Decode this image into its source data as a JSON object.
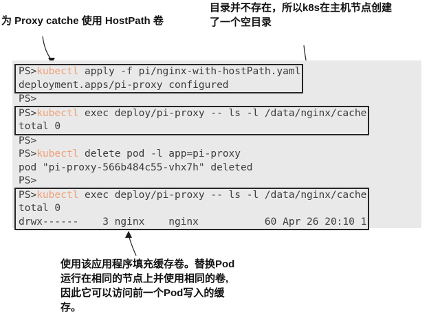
{
  "annotations": {
    "top_left": "为 Proxy catche 使用 HostPath 卷",
    "top_right_line1": "目录并不存在，所以k8s在主机节点创建",
    "top_right_line2": "了一个空目录",
    "bottom_line1": "使用该应用程序填充缓存卷。替换Pod",
    "bottom_line2": "运行在相同的节点上并使用相同的卷,",
    "bottom_line3": "因此它可以访问前一个Pod写入的缓",
    "bottom_line4": "存。"
  },
  "terminal": {
    "lines": [
      {
        "prompt": "PS>",
        "cmd": "kubectl",
        "rest": " apply -f pi/nginx-with-hostPath.yaml"
      },
      {
        "text": "deployment.apps/pi-proxy configured"
      },
      {
        "text": "PS>"
      },
      {
        "prompt": "PS>",
        "cmd": "kubectl",
        "rest": " exec deploy/pi-proxy -- ls -l /data/nginx/cache"
      },
      {
        "text": "total 0"
      },
      {
        "text": "PS>"
      },
      {
        "prompt": "PS>",
        "cmd": "kubectl",
        "rest": " delete pod -l app=pi-proxy"
      },
      {
        "text": "pod \"pi-proxy-566b484c55-vhx7h\" deleted"
      },
      {
        "text": "PS>"
      },
      {
        "prompt": "PS>",
        "cmd": "kubectl",
        "rest": " exec deploy/pi-proxy -- ls -l /data/nginx/cache"
      },
      {
        "text": "total 0"
      },
      {
        "text": "drwx------    3 nginx    nginx           60 Apr 26 20:10 1"
      }
    ]
  },
  "colors": {
    "kubectl_highlight": "#EFA077",
    "terminal_background": "#E9E9E9",
    "terminal_text": "#3B3B3B",
    "box_border": "#262626",
    "annotation_text": "#111111"
  }
}
